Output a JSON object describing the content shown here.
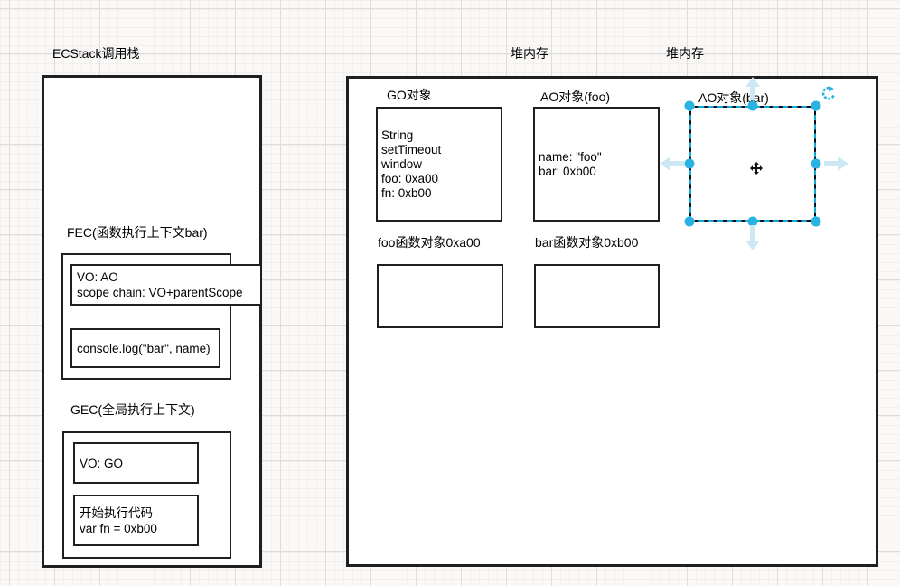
{
  "editor": {
    "colors": {
      "selection_handle": "#29b2e2",
      "selection_dash": "#0fa7dd",
      "direction_arrow": "#cde7f4",
      "rotate_icon": "#29b2e2",
      "shape_border": "#1f1f1f"
    }
  },
  "left_stack": {
    "title": "ECStack调用栈",
    "fec": {
      "title": "FEC(函数执行上下文bar)",
      "vo_lines": [
        "VO: AO",
        "scope chain: VO+parentScope"
      ],
      "code_lines": [
        "console.log(\"bar\", name)"
      ]
    },
    "gec": {
      "title": "GEC(全局执行上下文)",
      "vo_lines": [
        "VO: GO"
      ],
      "code_lines": [
        "开始执行代码",
        "var fn = 0xb00"
      ]
    }
  },
  "heap": {
    "label_left": "堆内存",
    "label_right": "堆内存",
    "go_object": {
      "label": "GO对象",
      "lines": [
        "String",
        "setTimeout",
        "window",
        "foo: 0xa00",
        "fn: 0xb00"
      ]
    },
    "ao_foo": {
      "label": "AO对象(foo)",
      "lines": [
        "name: \"foo\"",
        "bar: 0xb00"
      ]
    },
    "ao_bar": {
      "label": "AO对象(bar)"
    },
    "foo_fn": {
      "label": "foo函数对象0xa00"
    },
    "bar_fn": {
      "label": "bar函数对象0xb00"
    }
  }
}
